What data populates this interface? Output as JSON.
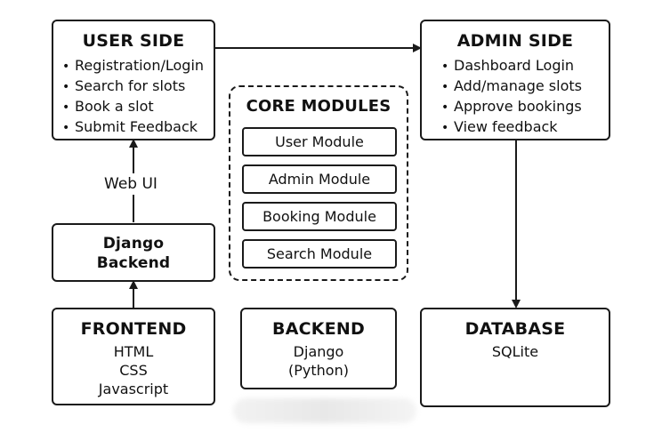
{
  "user_side": {
    "title": "USER SIDE",
    "items": [
      "Registration/Login",
      "Search for slots",
      "Book a slot",
      "Submit Feedback"
    ]
  },
  "admin_side": {
    "title": "ADMIN SIDE",
    "items": [
      "Dashboard Login",
      "Add/manage slots",
      "Approve bookings",
      "View feedback"
    ]
  },
  "core_modules": {
    "title": "CORE MODULES",
    "modules": [
      "User Module",
      "Admin Module",
      "Booking Module",
      "Search Module"
    ]
  },
  "django_backend": {
    "line1": "Django",
    "line2": "Backend"
  },
  "web_ui_label": "Web UI",
  "frontend": {
    "title": "FRONTEND",
    "lines": [
      "HTML",
      "CSS",
      "Javascript"
    ]
  },
  "backend": {
    "title": "BACKEND",
    "lines": [
      "Django",
      "(Python)"
    ]
  },
  "database": {
    "title": "DATABASE",
    "lines": [
      "SQLite"
    ]
  }
}
